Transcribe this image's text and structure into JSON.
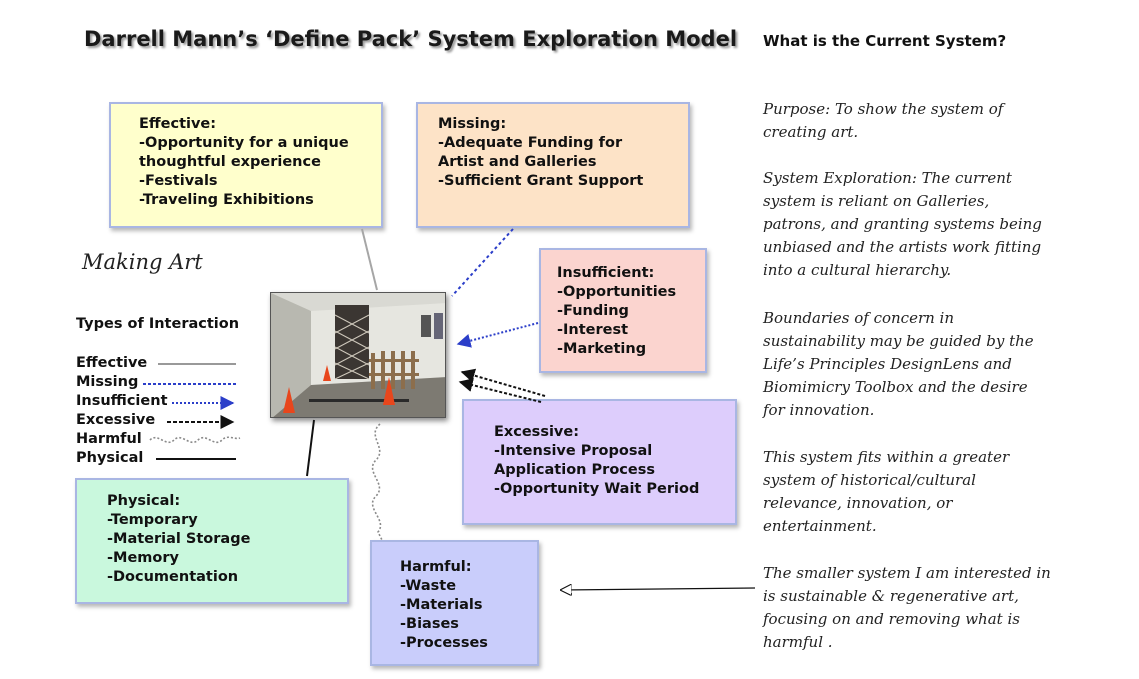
{
  "title": "Darrell Mann’s ‘Define Pack’ System Exploration Model",
  "right_title": "What is the Current System?",
  "center_label": "Making Art",
  "legend": {
    "heading": "Types of Interaction",
    "items": [
      "Effective",
      "Missing",
      "Insufficient",
      "Excessive",
      "Harmful",
      "Physical"
    ]
  },
  "boxes": {
    "effective": {
      "lines": [
        "Effective:",
        "-Opportunity for a unique",
        "thoughtful experience",
        "-Festivals",
        "-Traveling Exhibitions"
      ],
      "color": "#ffffcc"
    },
    "missing": {
      "lines": [
        "Missing:",
        "-Adequate Funding for",
        "Artist and Galleries",
        "-Sufficient Grant Support"
      ],
      "color": "#fde3c7"
    },
    "insufficient": {
      "lines": [
        "Insufficient:",
        "-Opportunities",
        "-Funding",
        "-Interest",
        "-Marketing"
      ],
      "color": "#fbd4cf"
    },
    "excessive": {
      "lines": [
        "Excessive:",
        "-Intensive Proposal",
        "Application Process",
        "-Opportunity Wait Period"
      ],
      "color": "#ddcdfc"
    },
    "physical": {
      "lines": [
        "Physical:",
        "-Temporary",
        "-Material Storage",
        "-Memory",
        "-Documentation"
      ],
      "color": "#c9f8dd"
    },
    "harmful": {
      "lines": [
        "Harmful:",
        "-Waste",
        "-Materials",
        "-Biases",
        "-Processes"
      ],
      "color": "#c9cdfb"
    }
  },
  "paragraphs": [
    {
      "lines": [
        "Purpose: To show the system of",
        "creating art."
      ]
    },
    {
      "lines": [
        "System Exploration: The current",
        "system is reliant on Galleries,",
        "patrons, and granting systems being",
        "unbiased and the artists work fitting",
        "into a cultural hierarchy."
      ]
    },
    {
      "lines": [
        "Boundaries of concern in",
        "sustainability may be guided by the",
        "Life’s Principles DesignLens and",
        "Biomimicry Toolbox and the desire",
        "for innovation."
      ]
    },
    {
      "lines": [
        "This system fits within a greater",
        "system of historical/cultural",
        "relevance, innovation, or",
        "entertainment."
      ]
    },
    {
      "lines": [
        "The smaller system I am interested in",
        "is sustainable & regenerative art,",
        "focusing on and removing what is",
        "harmful ."
      ]
    }
  ],
  "colors": {
    "missing_line": "#2b3ec9",
    "insufficient_line": "#2b3ec9",
    "effective_line": "#999999",
    "harmful_line": "#8a8a8a",
    "physical_line": "#111111",
    "box_border": "#a9b6e3"
  },
  "images": {
    "center_photo": "gallery-installation-photo"
  }
}
